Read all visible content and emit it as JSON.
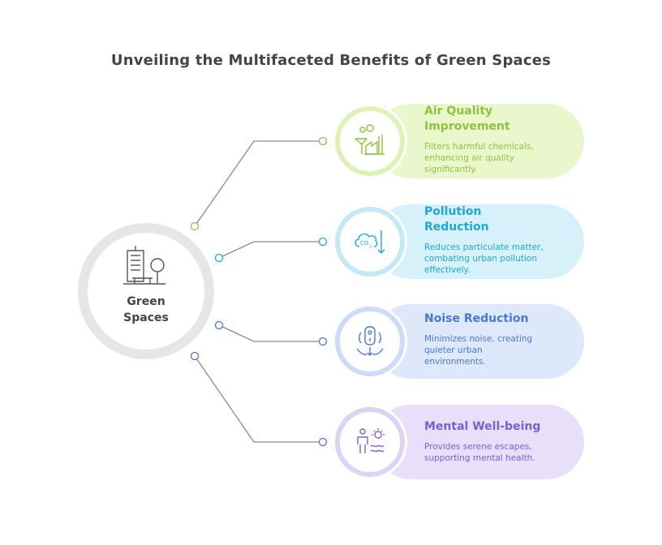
{
  "title": "Unveiling the Multifaceted Benefits of Green Spaces",
  "center": {
    "label_line1": "Green",
    "label_line2": "Spaces",
    "icon": "city-park-icon"
  },
  "benefits": [
    {
      "title_line1": "Air Quality",
      "title_line2": "Improvement",
      "desc_line1": "Filters harmful chemicals,",
      "desc_line2": "enhancing air quality",
      "desc_line3": "significantly.",
      "icon": "factory-filter-icon",
      "color": "#8fc23f",
      "fill": "#eaf7cc",
      "ring": "#dff2b6"
    },
    {
      "title_line1": "Pollution",
      "title_line2": "Reduction",
      "desc_line1": "Reduces particulate matter,",
      "desc_line2": "combating urban pollution",
      "desc_line3": "effectively.",
      "icon": "co2-down-icon",
      "color": "#1ea7d4",
      "fill": "#d7f1fb",
      "ring": "#c3e9f7"
    },
    {
      "title_line1": "Noise Reduction",
      "desc_line1": "Minimizes noise, creating",
      "desc_line2": "quieter urban",
      "desc_line3": "environments.",
      "icon": "sound-dampening-icon",
      "color": "#4a78d4",
      "fill": "#dde8fb",
      "ring": "#ccdcf7"
    },
    {
      "title_line1": "Mental Well-being",
      "desc_line1": "Provides serene escapes,",
      "desc_line2": "supporting mental health.",
      "icon": "person-sun-icon",
      "color": "#7b5dd6",
      "fill": "#e8e0f9",
      "ring": "#ddd3f5"
    }
  ]
}
